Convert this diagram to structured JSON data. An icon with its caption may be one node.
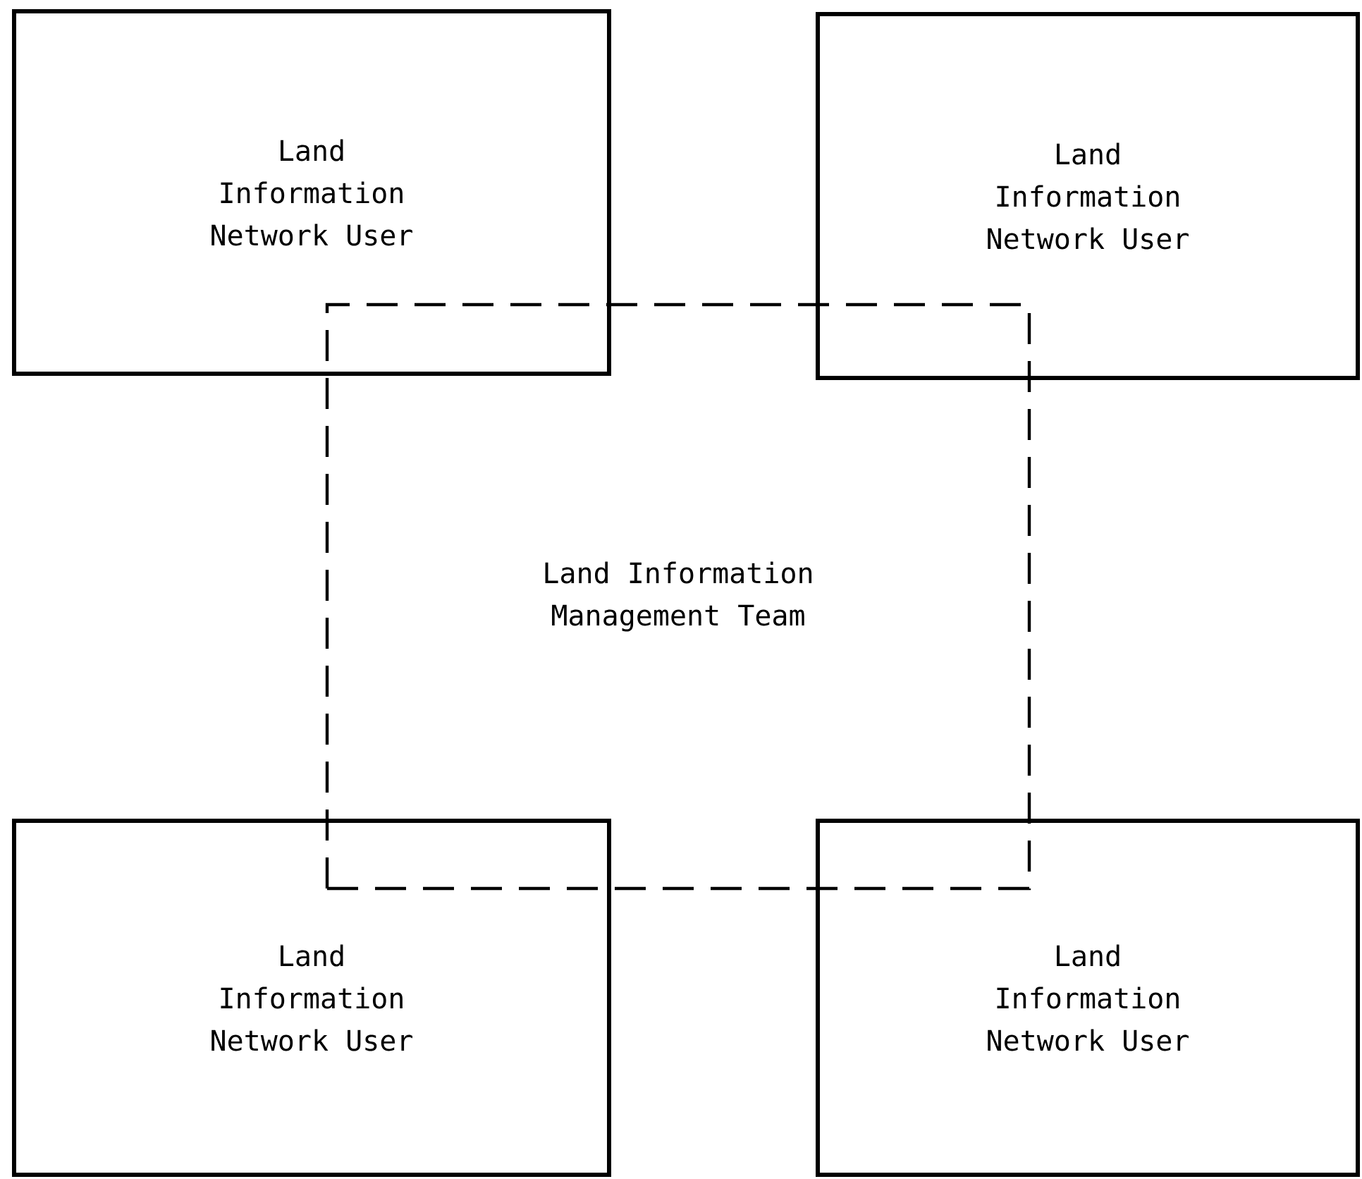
{
  "diagram": {
    "nodes": [
      {
        "text": [
          "Land Information Network User"
        ]
      },
      {
        "text": [
          "Land Information Network User"
        ]
      },
      {
        "text": [
          "Land Information Management Team"
        ]
      },
      {
        "text": [
          "Land Information Network User"
        ]
      },
      {
        "text": [
          "Land Information Network User"
        ]
      }
    ]
  }
}
